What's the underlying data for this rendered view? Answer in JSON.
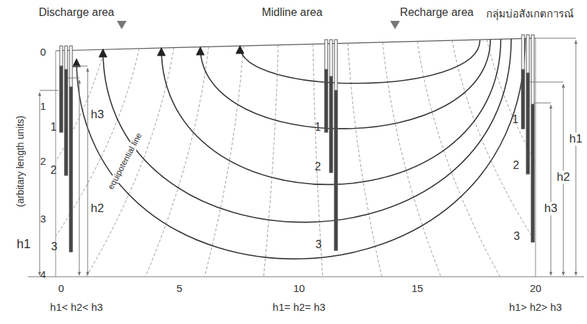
{
  "diagram": {
    "labels": [
      "Discharge area",
      "Midline area",
      "Recharge area",
      "กลุ่มบ่อสังเกตการณ์",
      "0",
      "1",
      "2",
      "3",
      "4",
      "(arbitary length units)",
      "h1",
      "h3",
      "h2",
      "1",
      "2",
      "3",
      "equipotential line",
      "1",
      "2",
      "3",
      "1",
      "2",
      "3",
      "h1",
      "h2",
      "h3",
      "0",
      "5",
      "10",
      "15",
      "20",
      "h1< h2< h3",
      "h1= h2= h3",
      "h1> h2> h3"
    ]
  }
}
